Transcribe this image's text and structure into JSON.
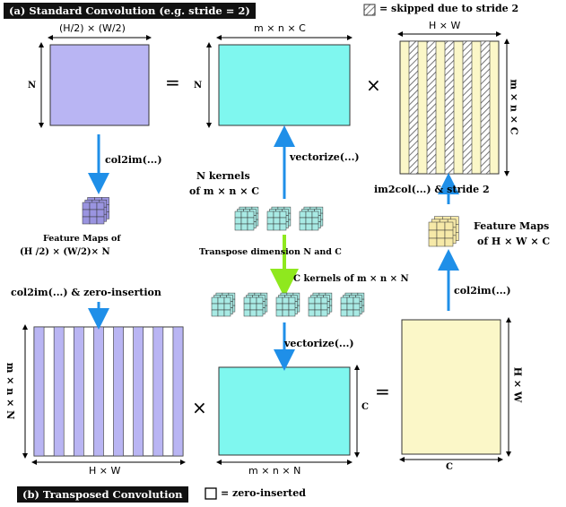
{
  "header": {
    "title_a": "(a) Standard Convolution (e.g. stride = 2)",
    "legend_skip": "= skipped due to stride 2"
  },
  "footer": {
    "title_b": "(b) Transposed Convolution",
    "legend_zero": "= zero-inserted"
  },
  "top": {
    "out_dim_top": "(H/2) × (W/2)",
    "out_dim_left": "N",
    "equals": "=",
    "kernel_dim_top": "m × n × C",
    "kernel_dim_left": "N",
    "times": "×",
    "input_dim_top": "H × W",
    "input_dim_right": "m × n × C",
    "col2im_label": "col2im(...)",
    "vectorize_label": "vectorize(...)",
    "n_kernels_line1": "N kernels",
    "n_kernels_line2": "of m × n × C",
    "im2col_label": "im2col(...) & stride 2",
    "fm_small_line1": "Feature Maps of",
    "fm_small_line2": "(H /2) × (W/2)× N",
    "fm_right_line1": "Feature Maps",
    "fm_right_line2": "of H × W × C",
    "transpose_label": "Transpose dimension N and C"
  },
  "bottom": {
    "col2im_zero_label": "col2im(...) & zero-insertion",
    "c_kernels_label": "C kernels of m × n × N",
    "vectorize_label": "vectorize(...)",
    "col2im_right_label": "col2im(...)",
    "left_dim_left": "m × n × N",
    "left_dim_bottom": "H × W",
    "times": "×",
    "kernel_dim_right": "C",
    "kernel_dim_bottom": "m × n × N",
    "equals": "=",
    "out_dim_right": "H × W",
    "out_dim_bottom": "C"
  },
  "colors": {
    "lavender": "#b9b5f3",
    "cyan": "#7ff7ef",
    "cream": "#fbf7c8",
    "arrow_blue": "#1f8fe8",
    "arrow_green": "#8fe81e",
    "cube_purple": "#9a94e0",
    "cube_teal": "#a8eae4",
    "cube_yellow": "#f6e9a8"
  }
}
